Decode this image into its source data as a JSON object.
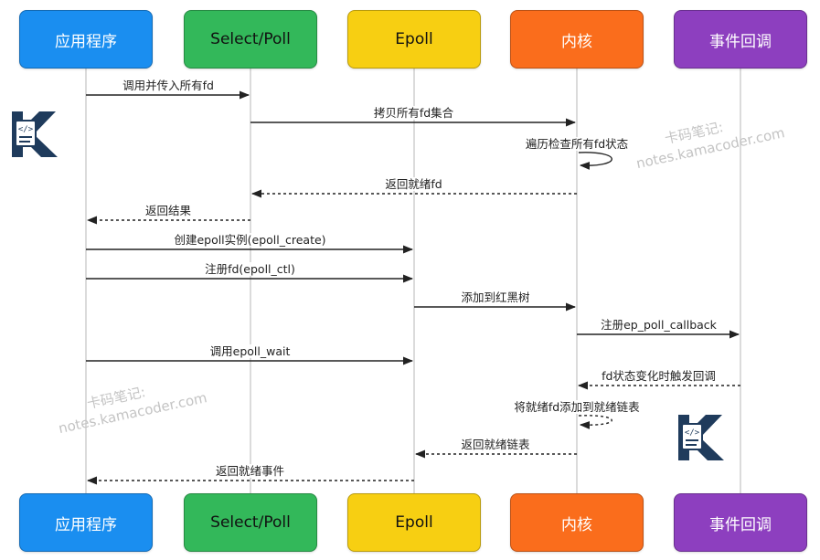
{
  "colors": {
    "blue": "#1a8ef0",
    "green": "#33b85a",
    "yellow": "#f7cf12",
    "orange": "#fa6d1c",
    "purple": "#8d3fbf",
    "line": "#222222",
    "lifeline": "#cfcfcf",
    "logo": "#1f3b5c"
  },
  "actors": [
    {
      "name": "应用程序",
      "color": "#1a8ef0",
      "text_color": "#ffffff"
    },
    {
      "name": "Select/Poll",
      "color": "#33b85a",
      "text_color": "#111111"
    },
    {
      "name": "Epoll",
      "color": "#f7cf12",
      "text_color": "#111111"
    },
    {
      "name": "内核",
      "color": "#fa6d1c",
      "text_color": "#ffffff"
    },
    {
      "name": "事件回调",
      "color": "#8d3fbf",
      "text_color": "#ffffff"
    }
  ],
  "messages": [
    {
      "label": "调用并传入所有fd",
      "from": 0,
      "to": 1,
      "style": "solid"
    },
    {
      "label": "拷贝所有fd集合",
      "from": 1,
      "to": 3,
      "style": "solid"
    },
    {
      "label": "遍历检查所有fd状态",
      "from": 3,
      "to": 3,
      "style": "solid"
    },
    {
      "label": "返回就绪fd",
      "from": 3,
      "to": 1,
      "style": "dashed"
    },
    {
      "label": "返回结果",
      "from": 1,
      "to": 0,
      "style": "dashed"
    },
    {
      "label": "创建epoll实例(epoll_create)",
      "from": 0,
      "to": 2,
      "style": "solid"
    },
    {
      "label": "注册fd(epoll_ctl)",
      "from": 0,
      "to": 2,
      "style": "solid"
    },
    {
      "label": "添加到红黑树",
      "from": 2,
      "to": 3,
      "style": "solid"
    },
    {
      "label": "注册ep_poll_callback",
      "from": 3,
      "to": 4,
      "style": "solid"
    },
    {
      "label": "调用epoll_wait",
      "from": 0,
      "to": 2,
      "style": "solid"
    },
    {
      "label": "fd状态变化时触发回调",
      "from": 4,
      "to": 3,
      "style": "dashed"
    },
    {
      "label": "将就绪fd添加到就绪链表",
      "from": 3,
      "to": 3,
      "style": "dashed"
    },
    {
      "label": "返回就绪链表",
      "from": 3,
      "to": 2,
      "style": "dashed"
    },
    {
      "label": "返回就绪事件",
      "from": 2,
      "to": 0,
      "style": "dashed"
    }
  ],
  "watermark": {
    "line1": "卡码笔记:",
    "line2": "notes.kamacoder.com"
  }
}
